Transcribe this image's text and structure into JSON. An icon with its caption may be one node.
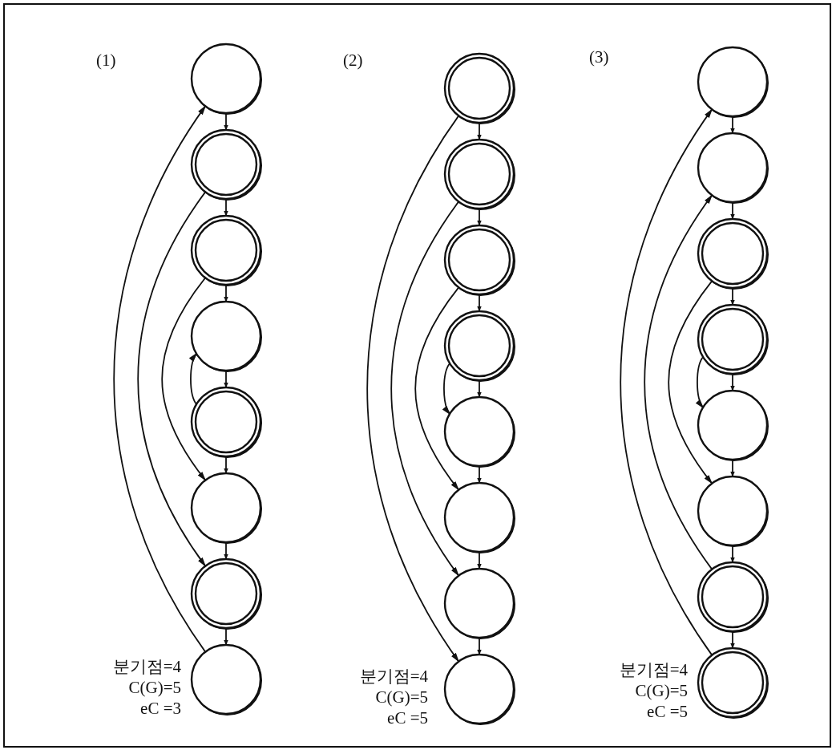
{
  "diagram": {
    "nodes": [
      {
        "text": [],
        "shape": "circle"
      },
      {
        "text": [],
        "shape": "doublecircle"
      },
      {
        "text": [],
        "shape": "doublecircle"
      },
      {
        "text": [],
        "shape": "circle"
      },
      {
        "text": [],
        "shape": "doublecircle"
      },
      {
        "text": [],
        "shape": "circle"
      },
      {
        "text": [],
        "shape": "doublecircle"
      },
      {
        "text": [],
        "shape": "circle"
      },
      {
        "text": [],
        "shape": "doublecircle"
      },
      {
        "text": [],
        "shape": "doublecircle"
      },
      {
        "text": [],
        "shape": "doublecircle"
      },
      {
        "text": [],
        "shape": "doublecircle"
      },
      {
        "text": [],
        "shape": "circle"
      },
      {
        "text": [],
        "shape": "circle"
      },
      {
        "text": [],
        "shape": "circle"
      },
      {
        "text": [],
        "shape": "circle"
      },
      {
        "text": [],
        "shape": "circle"
      },
      {
        "text": [],
        "shape": "circle"
      },
      {
        "text": [],
        "shape": "doublecircle"
      },
      {
        "text": [],
        "shape": "doublecircle"
      },
      {
        "text": [],
        "shape": "circle"
      },
      {
        "text": [],
        "shape": "circle"
      },
      {
        "text": [],
        "shape": "doublecircle"
      },
      {
        "text": [],
        "shape": "doublecircle"
      }
    ],
    "edges": [
      {
        "from": 0,
        "to": 1,
        "arrow": "to"
      },
      {
        "from": 1,
        "to": 2,
        "arrow": "to"
      },
      {
        "from": 2,
        "to": 3,
        "arrow": "to"
      },
      {
        "from": 3,
        "to": 4,
        "arrow": "to"
      },
      {
        "from": 4,
        "to": 5,
        "arrow": "to"
      },
      {
        "from": 5,
        "to": 6,
        "arrow": "to"
      },
      {
        "from": 6,
        "to": 7,
        "arrow": "to"
      },
      {
        "from": 7,
        "to": 0,
        "arrow": "to"
      },
      {
        "from": 1,
        "to": 6,
        "arrow": "to"
      },
      {
        "from": 2,
        "to": 5,
        "arrow": "to"
      },
      {
        "from": 4,
        "to": 3,
        "arrow": "to"
      },
      {
        "from": 8,
        "to": 9,
        "arrow": "to"
      },
      {
        "from": 9,
        "to": 10,
        "arrow": "to"
      },
      {
        "from": 10,
        "to": 11,
        "arrow": "to"
      },
      {
        "from": 11,
        "to": 12,
        "arrow": "to"
      },
      {
        "from": 12,
        "to": 13,
        "arrow": "to"
      },
      {
        "from": 13,
        "to": 14,
        "arrow": "to"
      },
      {
        "from": 14,
        "to": 15,
        "arrow": "to"
      },
      {
        "from": 8,
        "to": 15,
        "arrow": "to"
      },
      {
        "from": 9,
        "to": 14,
        "arrow": "to"
      },
      {
        "from": 10,
        "to": 13,
        "arrow": "to"
      },
      {
        "from": 11,
        "to": 12,
        "arrow": "to"
      },
      {
        "from": 16,
        "to": 17,
        "arrow": "to"
      },
      {
        "from": 17,
        "to": 18,
        "arrow": "to"
      },
      {
        "from": 18,
        "to": 19,
        "arrow": "to"
      },
      {
        "from": 19,
        "to": 20,
        "arrow": "to"
      },
      {
        "from": 20,
        "to": 21,
        "arrow": "to"
      },
      {
        "from": 21,
        "to": 22,
        "arrow": "to"
      },
      {
        "from": 22,
        "to": 23,
        "arrow": "to"
      },
      {
        "from": 23,
        "to": 16,
        "arrow": "to"
      },
      {
        "from": 22,
        "to": 17,
        "arrow": "to"
      },
      {
        "from": 18,
        "to": 21,
        "arrow": "to"
      },
      {
        "from": 19,
        "to": 20,
        "arrow": "to"
      }
    ],
    "labels": [
      "(1)",
      "(2)",
      "(3)",
      "분기점=4",
      "C(G)=5",
      "eC =3",
      "분기점=4",
      "C(G)=5",
      "eC =5",
      "분기점=4",
      "C(G)=5",
      "eC =5"
    ]
  }
}
